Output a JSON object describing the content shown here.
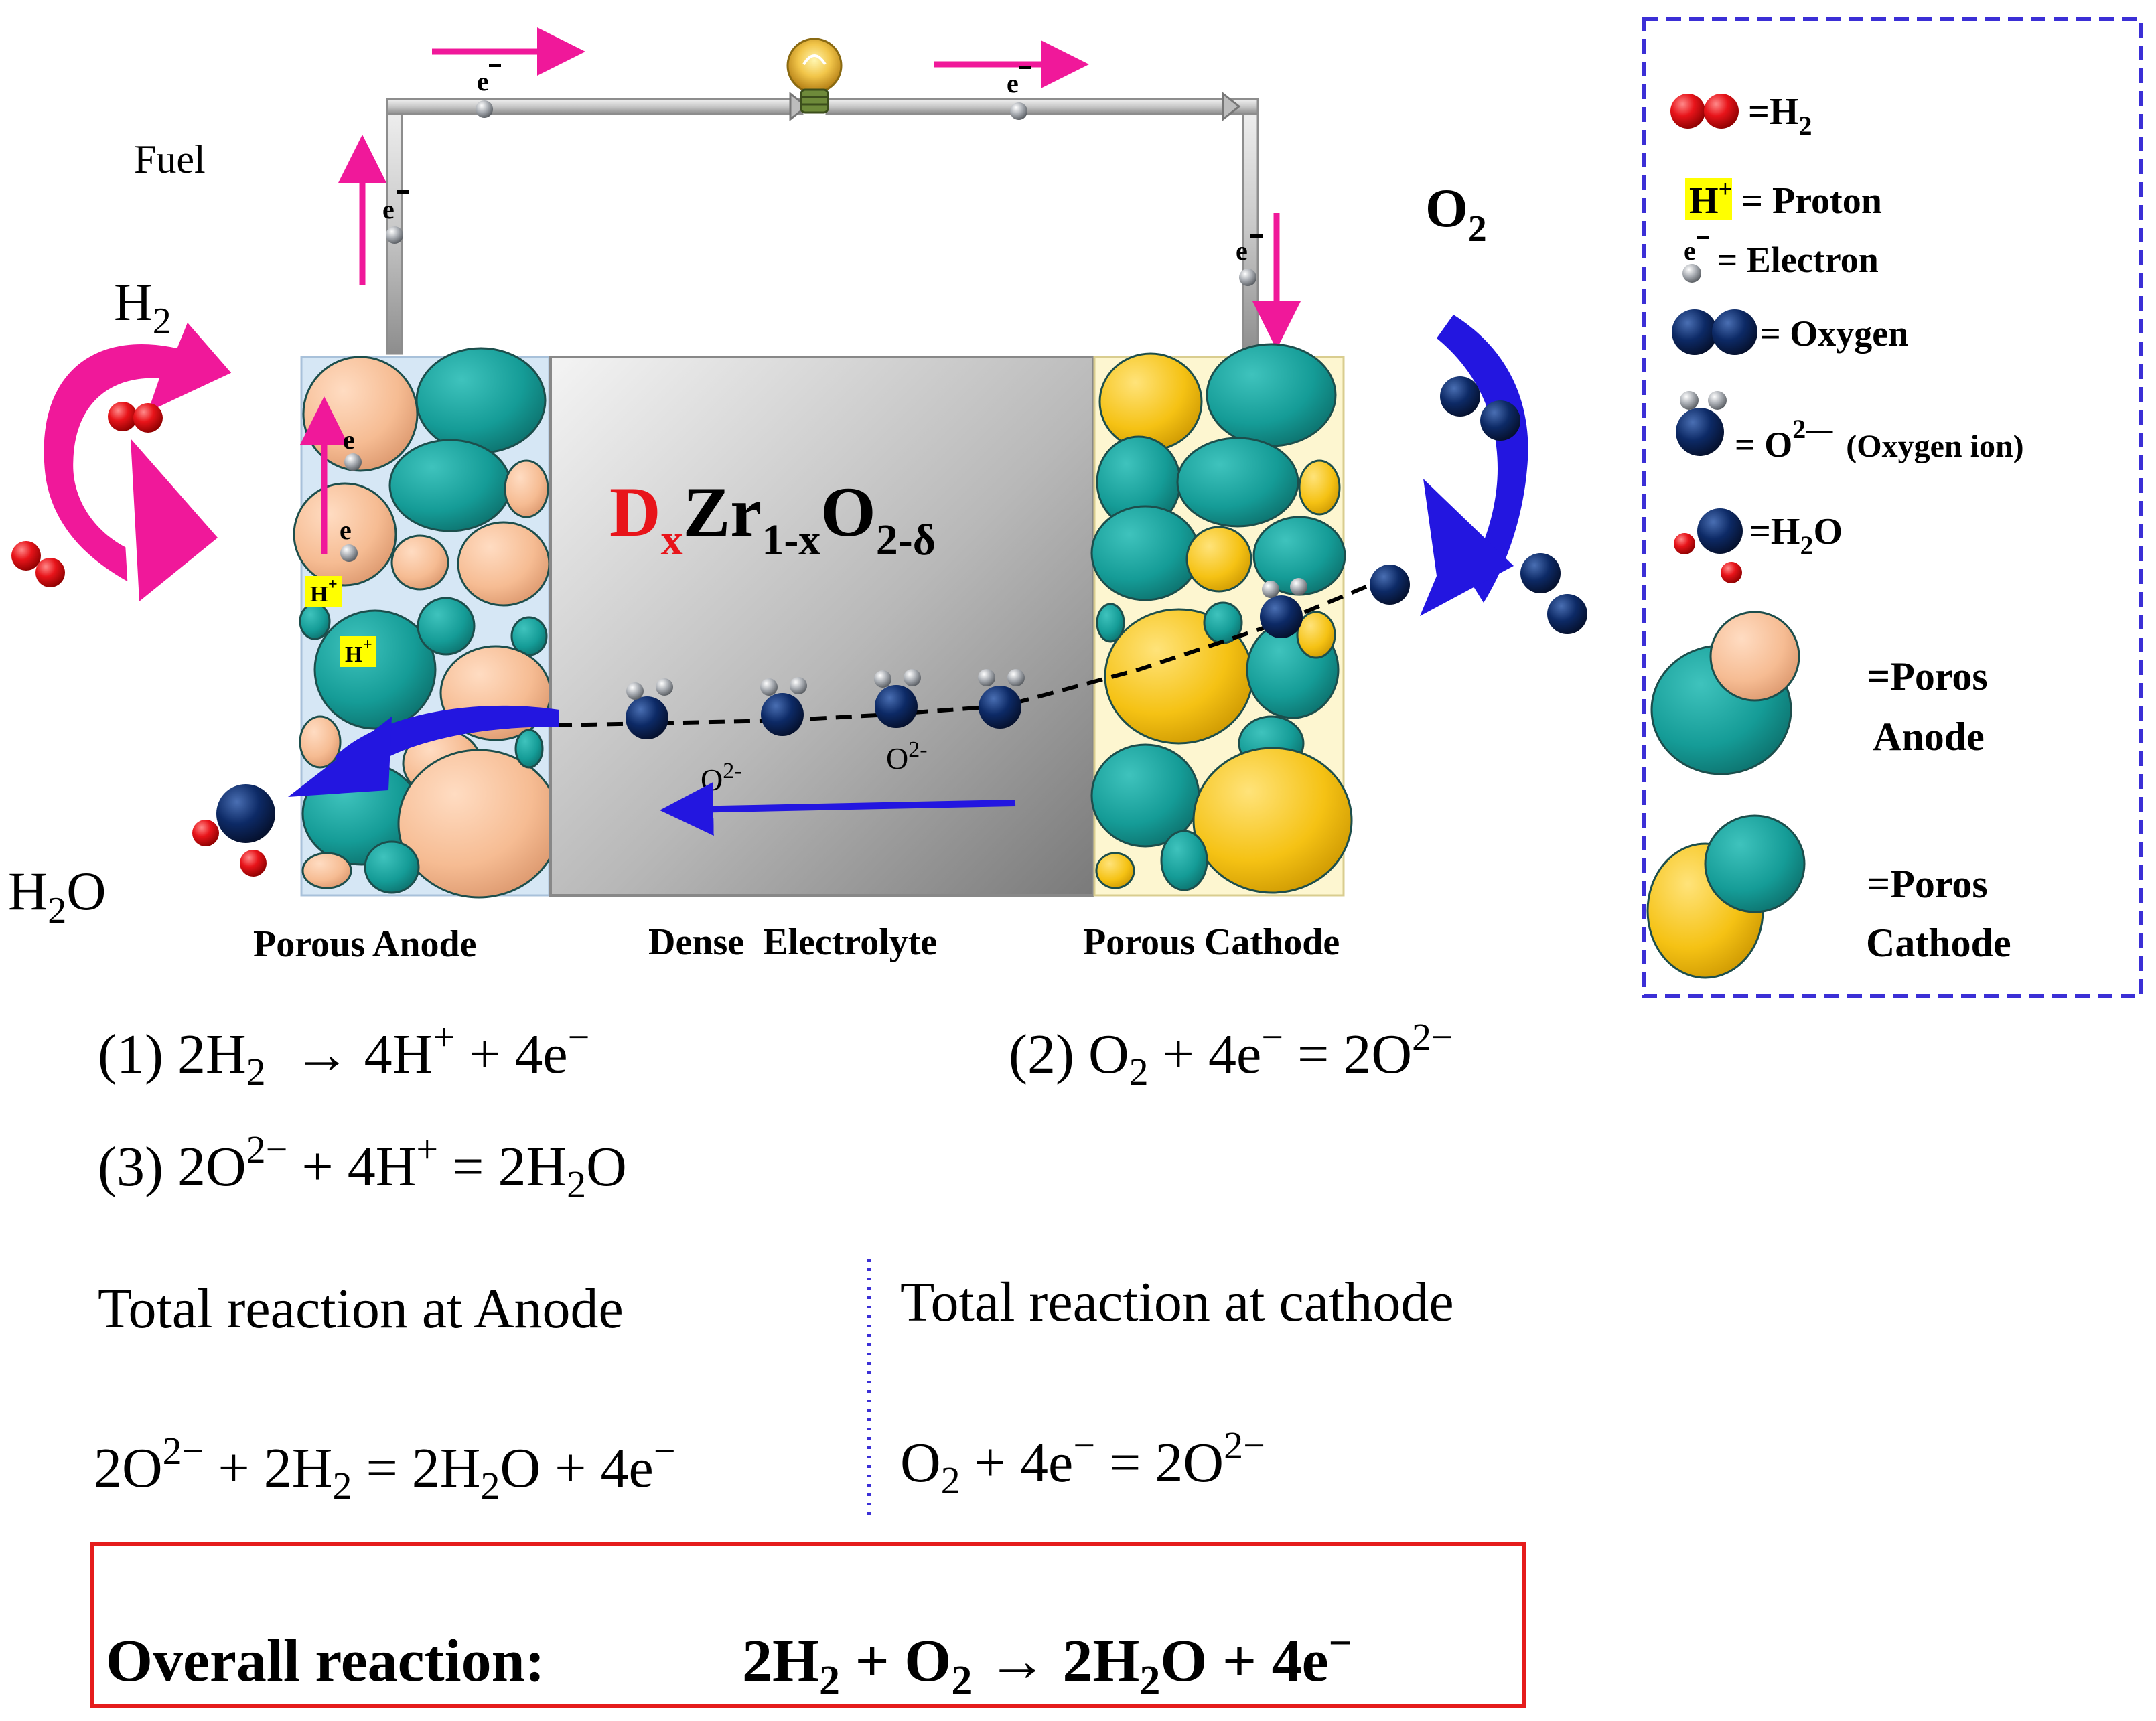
{
  "diagram": {
    "fuel_label": "Fuel",
    "h2_inlet": {
      "base": "H",
      "sub": "2"
    },
    "o2_inlet": {
      "base": "O",
      "sub": "2"
    },
    "h2o_outlet": {
      "base": "H",
      "sub": "2",
      "tail": "O"
    },
    "electron": "e",
    "proton": "H",
    "plus": "+",
    "oxide_ion": {
      "base": "O",
      "sup": "2-"
    },
    "electrolyte_formula": {
      "d": "D",
      "x": "x",
      "zr": "Zr",
      "sub1": "1-x",
      "o": "O",
      "sub2": "2-δ"
    },
    "anode_label": "Porous Anode",
    "electrolyte_label": "Dense  Electrolyte",
    "cathode_label": "Porous Cathode"
  },
  "legend": {
    "h2": {
      "eq": "=H",
      "sub": "2"
    },
    "proton": {
      "sym": "H",
      "sup": "+",
      "text": " = Proton"
    },
    "electron": {
      "sym": "e",
      "text": " = Electron"
    },
    "oxygen": "= Oxygen",
    "oxygen_ion": {
      "eq": "= O",
      "sup": "2—",
      "note": "(Oxygen ion)"
    },
    "water": {
      "eq": "=H",
      "sub": "2",
      "tail": "O"
    },
    "anode": {
      "line1": "=Poros",
      "line2": "Anode"
    },
    "cathode": {
      "line1": "=Poros",
      "line2": "Cathode"
    }
  },
  "equations": {
    "eq1": {
      "a": "(1) 2H",
      "b": "2",
      "c": "  → 4H",
      "d": "+",
      "e": " + 4e",
      "f": "−"
    },
    "eq2": {
      "a": "(2) O",
      "b": "2",
      "c": " + 4e",
      "d": "−",
      "e": " = 2O",
      "f": "2−"
    },
    "eq3": {
      "a": "(3) 2O",
      "b": "2−",
      "c": " + 4H",
      "d": "+",
      "e": " = 2H",
      "f": "2",
      "g": "O"
    },
    "anode_title": "Total reaction at Anode",
    "cathode_title": "Total reaction at cathode",
    "anode_total": {
      "a": "2O",
      "b": "2−",
      "c": " + 2H",
      "d": "2",
      "e": " = 2H",
      "f": "2",
      "g": "O + 4e",
      "h": "−"
    },
    "cathode_total": {
      "a": "O",
      "b": "2",
      "c": " + 4e",
      "d": "−",
      "e": " = 2O",
      "f": "2−"
    },
    "overall_label": "Overall reaction:",
    "overall": {
      "a": "2H",
      "b": "2",
      "c": " + O",
      "d": "2",
      "e": " → 2H",
      "f": "2",
      "g": "O + 4e",
      "h": "−"
    }
  },
  "colors": {
    "hydrogen": "#e8141a",
    "oxygen": "#0d2a66",
    "electron": "#9a9ea4",
    "anode_particle": "#f6bc93",
    "teal_particle": "#159c97",
    "cathode_particle": "#f5c214",
    "arrow_pink": "#f0189a",
    "arrow_blue": "#2316e0",
    "legend_border": "#3b2fd6",
    "overall_box": "#e51c1c",
    "proton_highlight": "#ffff00"
  }
}
